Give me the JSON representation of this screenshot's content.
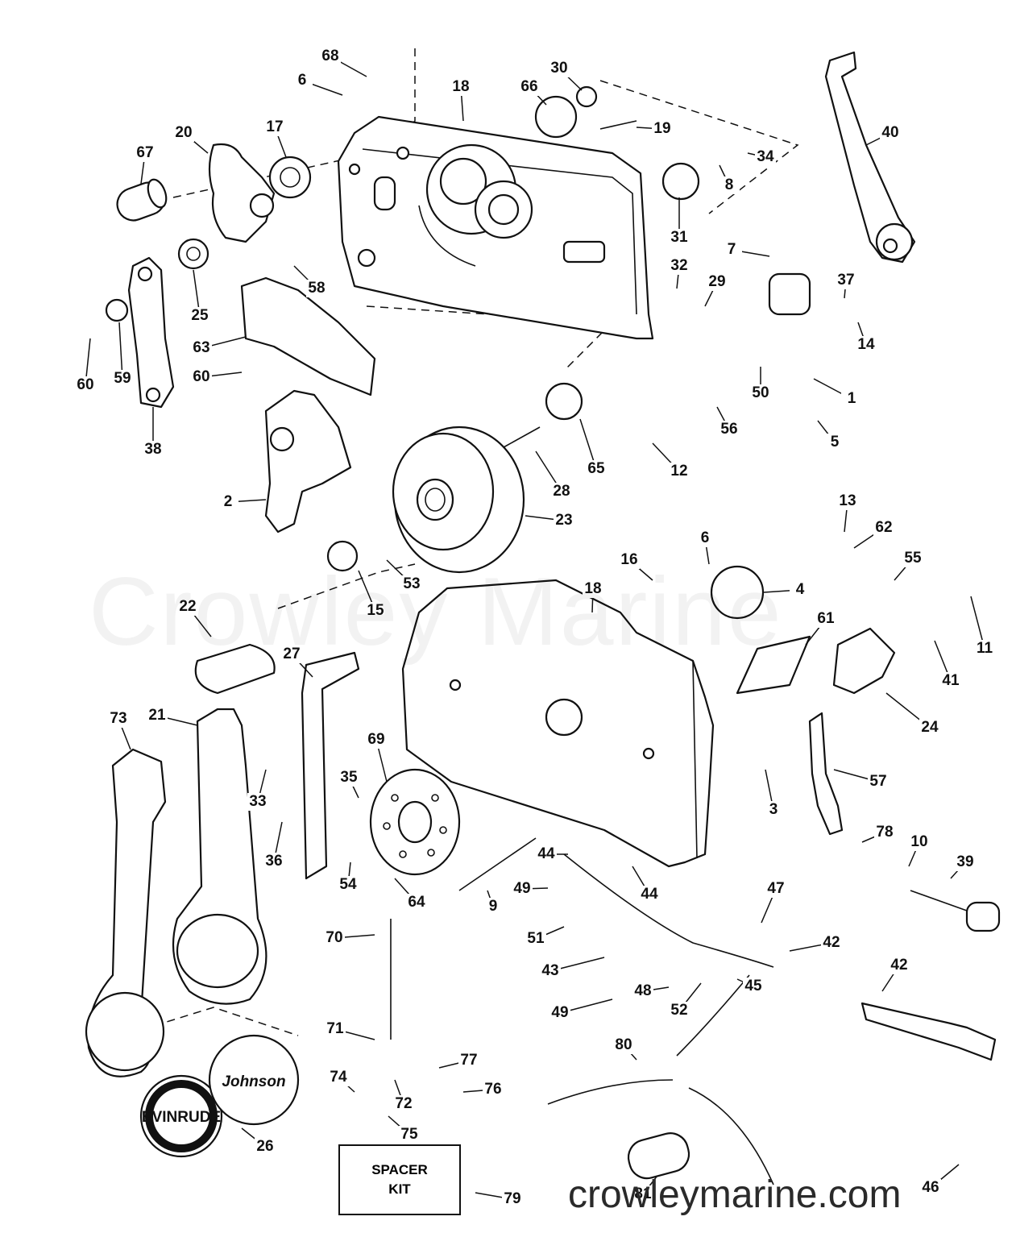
{
  "watermark": "Crowley Marine",
  "site_url": "crowleymarine.com",
  "spacer_kit": {
    "line1": "SPACER",
    "line2": "KIT"
  },
  "stickers": {
    "evinrude": "EVINRUDE",
    "johnson": "Johnson"
  },
  "labels": [
    "68",
    "6",
    "18",
    "30",
    "66",
    "19",
    "40",
    "34",
    "8",
    "17",
    "20",
    "67",
    "31",
    "58",
    "25",
    "7",
    "32",
    "29",
    "37",
    "14",
    "63",
    "60",
    "59",
    "60",
    "38",
    "50",
    "1",
    "5",
    "56",
    "2",
    "28",
    "65",
    "12",
    "23",
    "13",
    "62",
    "55",
    "53",
    "15",
    "22",
    "16",
    "6",
    "4",
    "11",
    "18",
    "27",
    "61",
    "41",
    "24",
    "73",
    "21",
    "33",
    "69",
    "35",
    "36",
    "3",
    "57",
    "54",
    "64",
    "78",
    "10",
    "39",
    "44",
    "44",
    "49",
    "9",
    "47",
    "51",
    "42",
    "43",
    "45",
    "48",
    "52",
    "49",
    "42",
    "70",
    "71",
    "77",
    "74",
    "76",
    "72",
    "75",
    "80",
    "81",
    "26",
    "46",
    "79"
  ]
}
